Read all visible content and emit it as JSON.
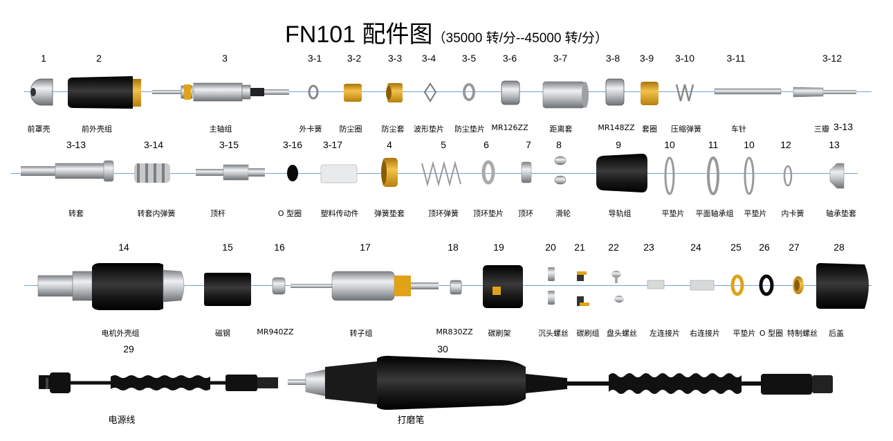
{
  "title": {
    "main": "FN101 配件图",
    "sub": "（35000 转/分--45000 转/分）"
  },
  "rows": [
    {
      "items": [
        {
          "num": "1",
          "label": "前罩壳"
        },
        {
          "num": "2",
          "label": "前外壳组"
        },
        {
          "num": "3",
          "label": "主轴组"
        },
        {
          "num": "3-1",
          "label": "外卡簧"
        },
        {
          "num": "3-2",
          "label": "防尘圈"
        },
        {
          "num": "3-3",
          "label": "防尘套"
        },
        {
          "num": "3-4",
          "label": "波形垫片"
        },
        {
          "num": "3-5",
          "label": "防尘垫片"
        },
        {
          "num": "3-6",
          "label": "MR126ZZ"
        },
        {
          "num": "3-7",
          "label": "距离套"
        },
        {
          "num": "3-8",
          "label": "MR148ZZ"
        },
        {
          "num": "3-9",
          "label": "套圈"
        },
        {
          "num": "3-10",
          "label": "压缩弹簧"
        },
        {
          "num": "3-11",
          "label": "车针"
        },
        {
          "num": "3-12",
          "label": "三瓣"
        }
      ],
      "extra_num": "3-13"
    },
    {
      "items": [
        {
          "num": "3-13",
          "label": "转套"
        },
        {
          "num": "3-14",
          "label": "转套内弹簧"
        },
        {
          "num": "3-15",
          "label": "顶杆"
        },
        {
          "num": "3-16",
          "label": "O 型圈"
        },
        {
          "num": "3-17",
          "label": "塑料传动件"
        },
        {
          "num": "4",
          "label": "弹簧垫套"
        },
        {
          "num": "5",
          "label": "顶环弹簧"
        },
        {
          "num": "6",
          "label": "顶环垫片"
        },
        {
          "num": "7",
          "label": "顶环"
        },
        {
          "num": "8",
          "label": "滑轮"
        },
        {
          "num": "9",
          "label": "导轨组"
        },
        {
          "num": "10",
          "label": "平垫片"
        },
        {
          "num": "11",
          "label": "平面轴承组"
        },
        {
          "num": "10",
          "label": "平垫片"
        },
        {
          "num": "12",
          "label": "内卡簧"
        },
        {
          "num": "13",
          "label": "轴承垫套"
        }
      ]
    },
    {
      "items": [
        {
          "num": "14",
          "label": "电机外壳组"
        },
        {
          "num": "15",
          "label": "磁钢"
        },
        {
          "num": "16",
          "label": "MR940ZZ"
        },
        {
          "num": "17",
          "label": "转子组"
        },
        {
          "num": "18",
          "label": "MR830ZZ"
        },
        {
          "num": "19",
          "label": "碳刷架"
        },
        {
          "num": "20",
          "label": "沉头螺丝"
        },
        {
          "num": "21",
          "label": "碳刷组"
        },
        {
          "num": "22",
          "label": "盘头螺丝"
        },
        {
          "num": "23",
          "label": "左连接片"
        },
        {
          "num": "24",
          "label": "右连接片"
        },
        {
          "num": "25",
          "label": "平垫片"
        },
        {
          "num": "26",
          "label": "O 型圈"
        },
        {
          "num": "27",
          "label": "特制螺丝"
        },
        {
          "num": "28",
          "label": "后盖"
        }
      ]
    },
    {
      "items": [
        {
          "num": "29",
          "label": "电源线"
        },
        {
          "num": "30",
          "label": "打磨笔"
        }
      ]
    }
  ],
  "colors": {
    "guide_line": "#6fa3d9",
    "brass": "#e0a318",
    "black_part": "#161616",
    "steel": "#b9bcbf"
  }
}
